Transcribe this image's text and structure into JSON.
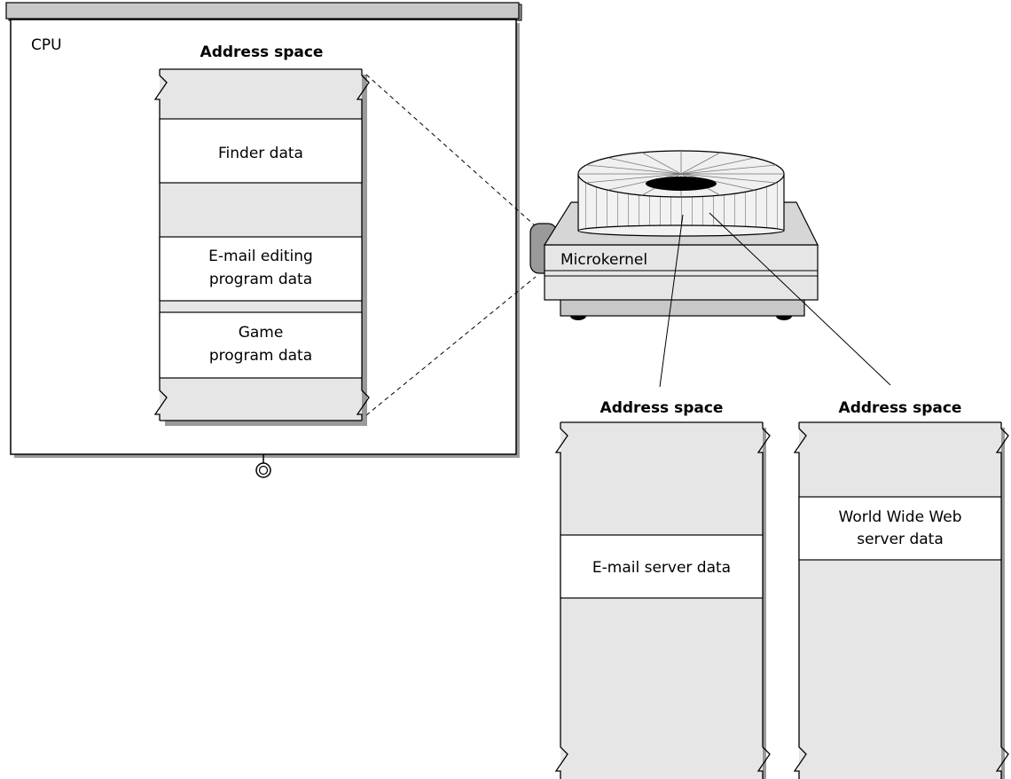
{
  "screen": {
    "label": "CPU",
    "address_space": {
      "title": "Address space",
      "segments": [
        {
          "lines": [
            "Finder data"
          ]
        },
        {
          "lines": [
            "E-mail editing",
            "program data"
          ]
        },
        {
          "lines": [
            "Game",
            "program data"
          ]
        }
      ]
    }
  },
  "projector": {
    "label": "Microkernel"
  },
  "address_spaces": [
    {
      "title": "Address space",
      "lines": [
        "E-mail server data"
      ]
    },
    {
      "title": "Address space",
      "lines": [
        "World Wide Web",
        "server data"
      ]
    }
  ],
  "colors": {
    "fill_gray": "#e6e6e6",
    "shadow_gray": "#9a9a9a",
    "line": "#000000"
  }
}
